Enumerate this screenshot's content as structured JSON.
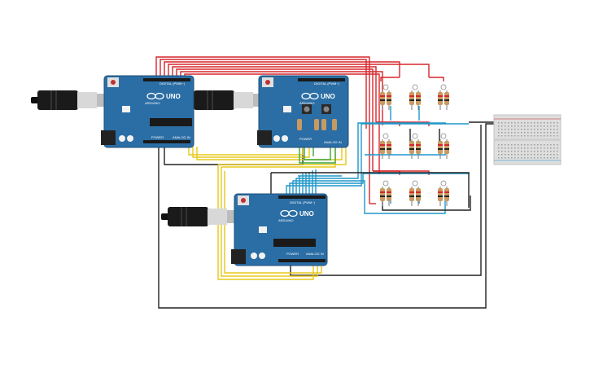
{
  "boards": [
    {
      "id": "uno-1",
      "model": "UNO",
      "brand": "ARDUINO",
      "digital_label": "DIGITAL (PWM~)",
      "power_label": "POWER",
      "analog_label": "ANALOG IN"
    },
    {
      "id": "uno-2",
      "model": "UNO",
      "brand": "ARDUINO",
      "digital_label": "DIGITAL (PWM~)",
      "power_label": "POWER",
      "analog_label": "ANALOG IN"
    },
    {
      "id": "uno-3",
      "model": "UNO",
      "brand": "ARDUINO",
      "digital_label": "DIGITAL (PWM~)",
      "power_label": "POWER",
      "analog_label": "ANALOG IN"
    }
  ],
  "colors": {
    "board": "#2b6ea5",
    "board_dark": "#1f4f7a",
    "wire_red": "#d6262b",
    "wire_blue": "#1f97c9",
    "wire_black": "#222222",
    "wire_yellow": "#e8c81a",
    "wire_green": "#3aa63a",
    "breadboard": "#dedede",
    "resistor": "#c89a62"
  },
  "icons": [
    "usb-plug-icon",
    "arduino-logo-icon",
    "resistor-icon",
    "breadboard-icon",
    "push-button-icon"
  ],
  "resistor_grid": {
    "rows": 3,
    "cols": 3
  }
}
